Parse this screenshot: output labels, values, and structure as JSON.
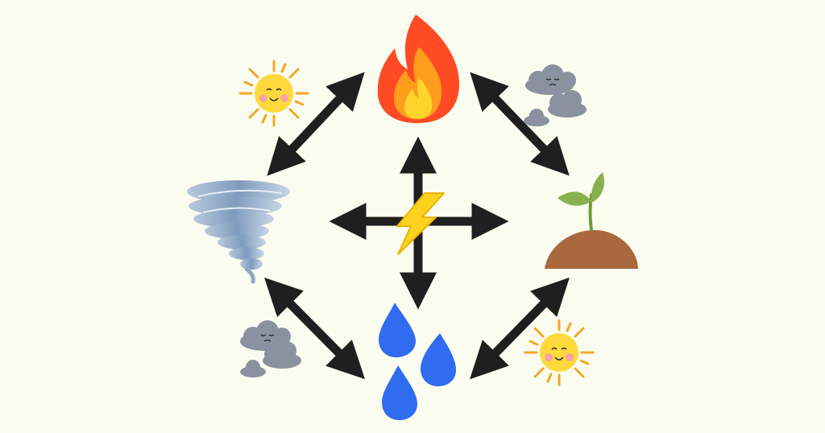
{
  "diagram": {
    "background": "#fbfcf0",
    "arrow_color": "#1f1f1f",
    "nodes": [
      {
        "id": "fire",
        "icon": "fire-icon"
      },
      {
        "id": "wind",
        "icon": "tornado-icon"
      },
      {
        "id": "earth",
        "icon": "sprout-soil-icon"
      },
      {
        "id": "water",
        "icon": "water-drops-icon"
      },
      {
        "id": "energy",
        "icon": "lightning-bolt-icon"
      }
    ],
    "decorations": [
      {
        "icon": "smiling-sun-icon",
        "corner": "top-left"
      },
      {
        "icon": "sad-cloud-icon",
        "corner": "top-right"
      },
      {
        "icon": "sad-cloud-icon",
        "corner": "bottom-left"
      },
      {
        "icon": "smiling-sun-icon",
        "corner": "bottom-right"
      }
    ],
    "colors": {
      "flame_outer": "#ff4b23",
      "flame_mid": "#ff9d1c",
      "flame_inner": "#ffd52b",
      "water": "#2f6cf0",
      "soil": "#a9683d",
      "leaf": "#88b14e",
      "tornado": "#8fa8c6",
      "sun": "#ffd93b",
      "sun_ray": "#f5a623",
      "cloud": "#8a92a0",
      "bolt": "#ffd21f"
    }
  }
}
